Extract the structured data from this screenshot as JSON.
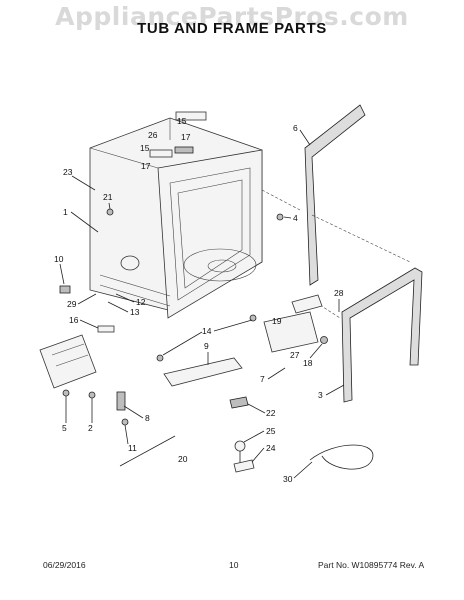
{
  "watermark": "AppliancePartsPros.com",
  "title": "TUB AND FRAME PARTS",
  "footer": {
    "date": "06/29/2016",
    "page": "10",
    "part_no": "Part No. W10895774  Rev. A"
  },
  "callouts": [
    "1",
    "2",
    "3",
    "4",
    "5",
    "6",
    "7",
    "8",
    "9",
    "10",
    "11",
    "12",
    "13",
    "14",
    "15",
    "15",
    "16",
    "17",
    "17",
    "18",
    "19",
    "20",
    "21",
    "22",
    "23",
    "24",
    "25",
    "26",
    "27",
    "28",
    "29",
    "30"
  ]
}
